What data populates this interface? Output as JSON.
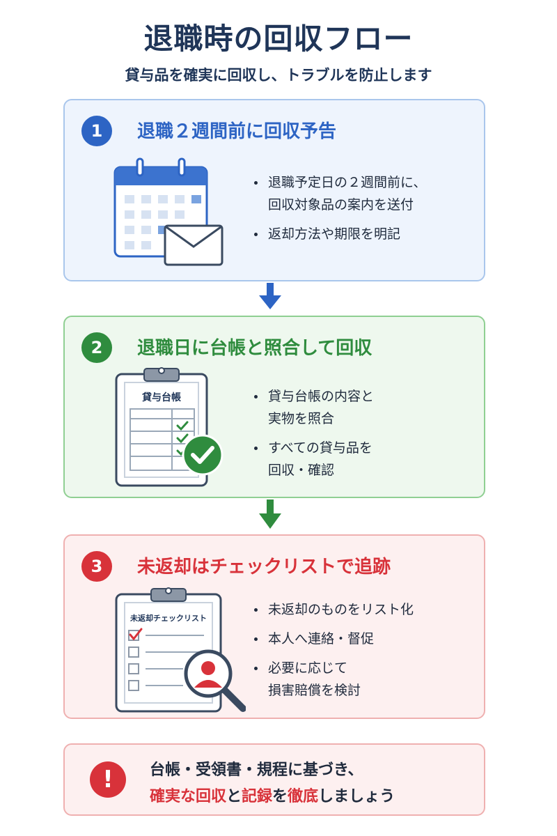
{
  "title": "退職時の回収フロー",
  "subtitle": "貸与品を確実に回収し、トラブルを防止します",
  "steps": [
    {
      "number": "1",
      "heading": "退職２週間前に回収予告",
      "bullets": [
        "退職予定日の２週間前に、\n回収対象品の案内を送付",
        "返却方法や期限を明記"
      ],
      "accent": "#2d64c4"
    },
    {
      "number": "2",
      "heading": "退職日に台帳と照合して回収",
      "clipboard_label": "貸与台帳",
      "bullets": [
        "貸与台帳の内容と\n実物を照合",
        "すべての貸与品を\n回収・確認"
      ],
      "accent": "#2f8c3e"
    },
    {
      "number": "3",
      "heading": "未返却はチェックリストで追跡",
      "clipboard_label": "未返却チェックリスト",
      "bullets": [
        "未返却のものをリスト化",
        "本人へ連絡・督促",
        "必要に応じて\n損害賠償を検討"
      ],
      "accent": "#d8323a"
    }
  ],
  "alert": {
    "icon": "!",
    "line1": "台帳・受領書・規程に基づき、",
    "line2_parts": [
      "確実な回収",
      "と",
      "記録",
      "を",
      "徹底",
      "しましょう"
    ]
  }
}
